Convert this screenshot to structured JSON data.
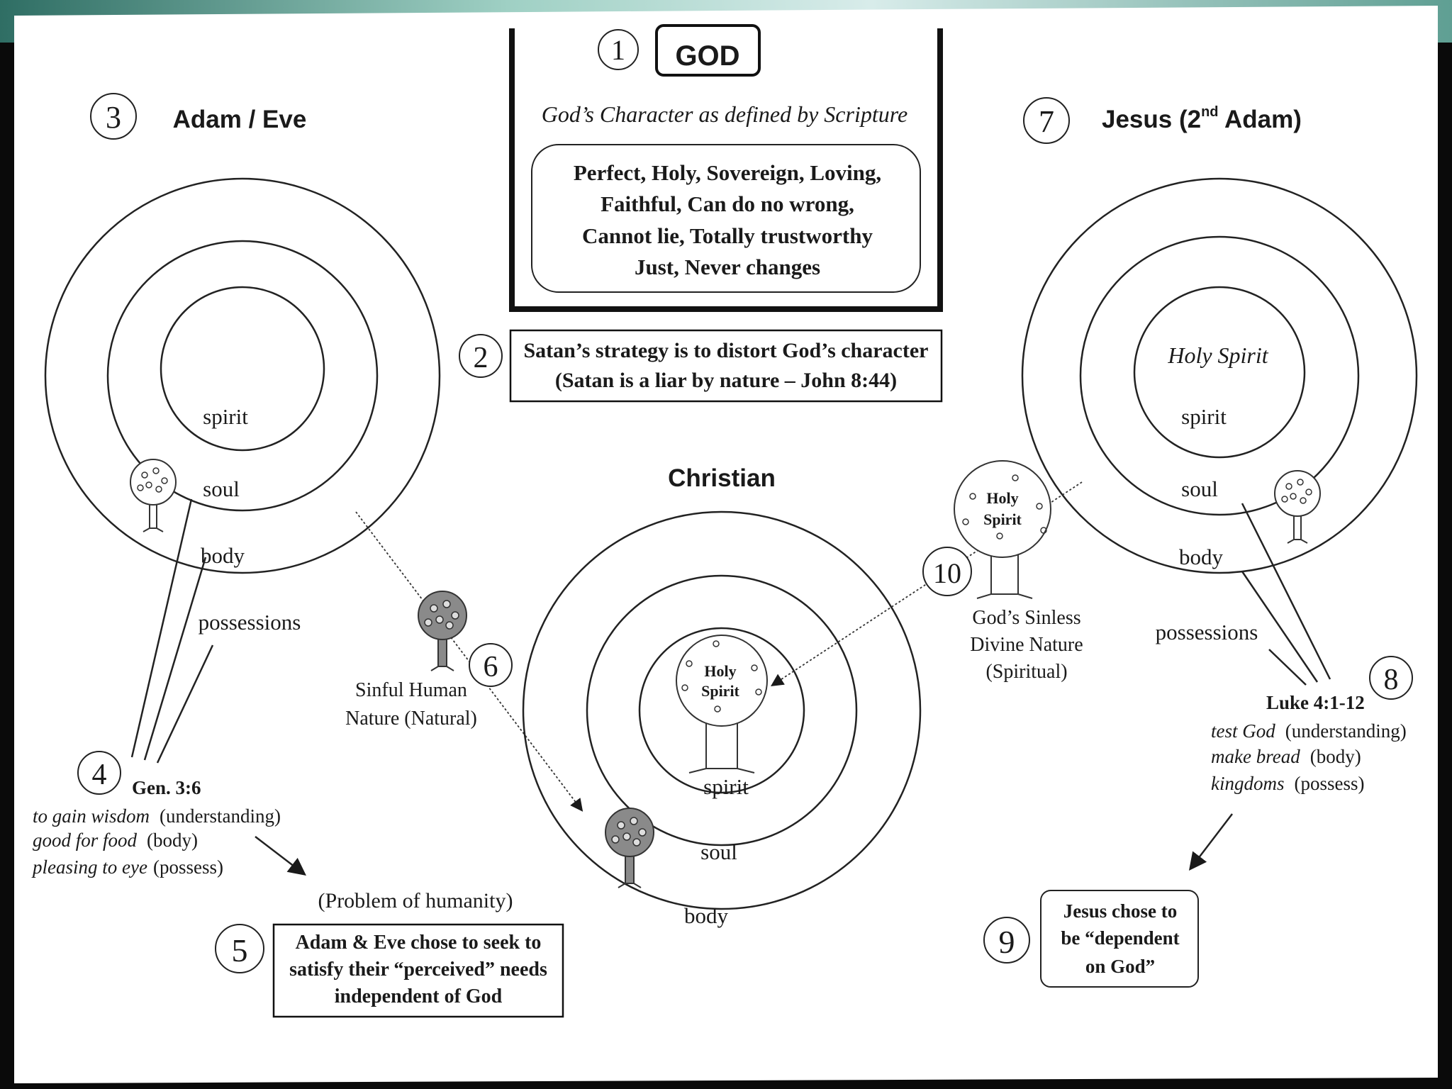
{
  "god": {
    "number": "1",
    "title": "GOD",
    "subtitle": "God’s Character as defined by Scripture",
    "traits": [
      "Perfect, Holy, Sovereign, Loving,",
      "Faithful, Can do no wrong,",
      "Cannot lie, Totally trustworthy",
      "Just, Never changes"
    ]
  },
  "satan": {
    "number": "2",
    "lines": [
      "Satan’s strategy is to distort God’s character",
      "(Satan is a liar by nature – John 8:44)"
    ]
  },
  "adam": {
    "number": "3",
    "title": "Adam / Eve",
    "spirit": "spirit",
    "soul": "soul",
    "body": "body",
    "possessions": "possessions"
  },
  "gen": {
    "number": "4",
    "ref": "Gen. 3:6",
    "items": [
      {
        "temptation": "to gain wisdom",
        "area": "(understanding)"
      },
      {
        "temptation": "good for food",
        "area": "(body)"
      },
      {
        "temptation": "pleasing to eye",
        "area": "(possess)"
      }
    ]
  },
  "problem": {
    "number": "5",
    "label": "(Problem of humanity)",
    "lines": [
      "Adam & Eve chose to seek to",
      "satisfy their “perceived” needs",
      "independent of God"
    ]
  },
  "sinful": {
    "number": "6",
    "lines": [
      "Sinful Human",
      "Nature (Natural)"
    ]
  },
  "jesus": {
    "number": "7",
    "title_main": "Jesus (2",
    "title_sup": "nd",
    "title_end": " Adam)",
    "holy_spirit": "Holy Spirit",
    "spirit": "spirit",
    "soul": "soul",
    "body": "body",
    "possessions": "possessions"
  },
  "luke": {
    "number": "8",
    "ref": "Luke 4:1-12",
    "items": [
      {
        "temptation": "test God",
        "area": "(understanding)"
      },
      {
        "temptation": "make bread",
        "area": "(body)"
      },
      {
        "temptation": "kingdoms",
        "area": "(possess)"
      }
    ]
  },
  "dependent": {
    "number": "9",
    "lines": [
      "Jesus chose to",
      "be “dependent",
      "on God”"
    ]
  },
  "divine": {
    "number": "10",
    "tree_lines": [
      "Holy",
      "Spirit"
    ],
    "lines": [
      "God’s Sinless",
      "Divine Nature",
      "(Spiritual)"
    ]
  },
  "christian": {
    "title": "Christian",
    "tree_lines": [
      "Holy",
      "Spirit"
    ],
    "spirit": "spirit",
    "soul": "soul",
    "body": "body"
  }
}
